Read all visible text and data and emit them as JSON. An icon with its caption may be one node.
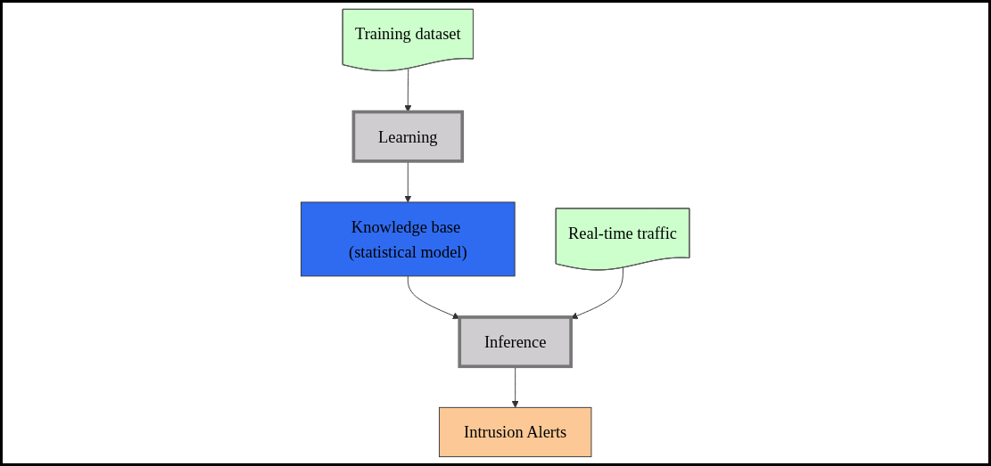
{
  "diagram": {
    "nodes": [
      {
        "text": [
          "Training dataset"
        ]
      },
      {
        "text": [
          "Learning"
        ]
      },
      {
        "text": [
          "Knowledge base (statistical model)"
        ]
      },
      {
        "text": [
          "Intrusion Alerts"
        ]
      },
      {
        "text": [
          "Inference"
        ]
      },
      {
        "text": [
          "Real-time traffic"
        ]
      }
    ],
    "edges": [
      {
        "from": 0,
        "to": 1,
        "arrow": "to"
      },
      {
        "from": 1,
        "to": 2,
        "arrow": "to"
      },
      {
        "from": 2,
        "to": 4,
        "arrow": "to"
      },
      {
        "from": 4,
        "to": 3,
        "arrow": "to"
      },
      {
        "from": 5,
        "to": 4,
        "arrow": "to"
      }
    ]
  }
}
